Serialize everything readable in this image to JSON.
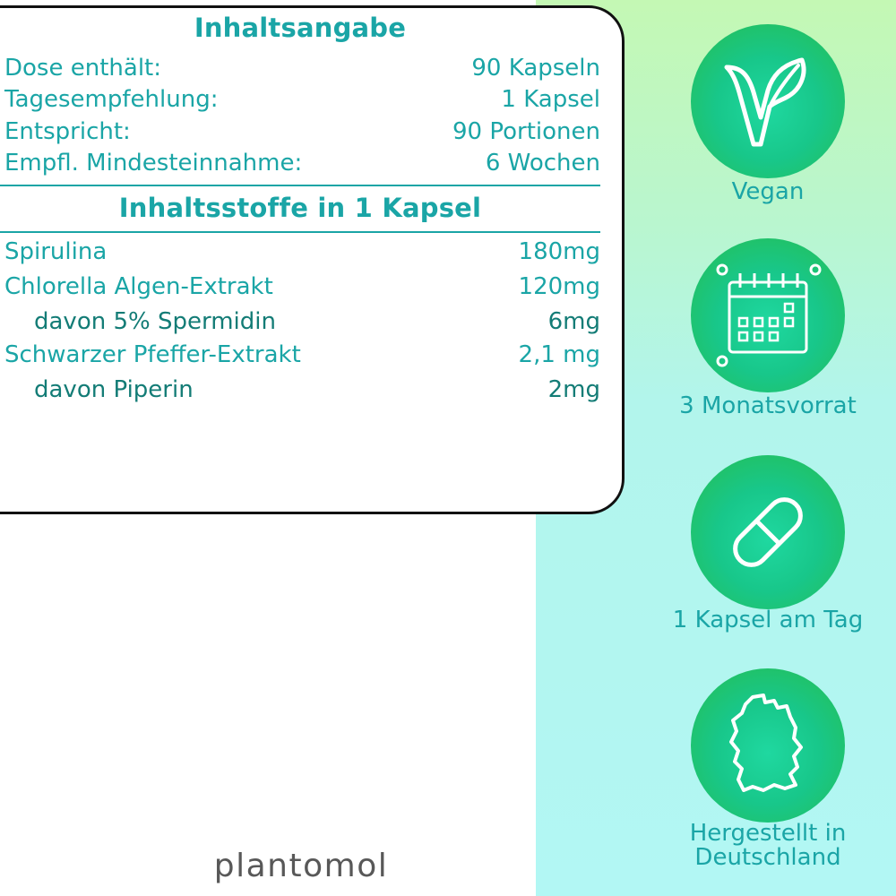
{
  "table": {
    "heading_contents": "Inhaltsangabe",
    "info_rows": [
      {
        "label": "Dose enthält:",
        "value": "90 Kapseln"
      },
      {
        "label": "Tagesempfehlung:",
        "value": "1 Kapsel"
      },
      {
        "label": "Entspricht:",
        "value": "90 Portionen"
      },
      {
        "label": "Empfl. Mindesteinnahme:",
        "value": "6 Wochen"
      }
    ],
    "heading_ingredients": "Inhaltsstoffe in 1 Kapsel",
    "ingredient_rows": [
      {
        "label": "Spirulina",
        "value": "180mg"
      },
      {
        "label": "Chlorella Algen-Extrakt",
        "value": "120mg"
      },
      {
        "label": "davon 5% Spermidin",
        "value": "6mg"
      },
      {
        "label": "Schwarzer Pfeffer-Extrakt",
        "value": "2,1 mg"
      },
      {
        "label": "davon Piperin",
        "value": "2mg"
      }
    ]
  },
  "badges": [
    {
      "icon": "vegan-leaf-icon",
      "label": "Vegan"
    },
    {
      "icon": "calendar-icon",
      "label": "3 Monatsvorrat"
    },
    {
      "icon": "capsule-icon",
      "label": "1 Kapsel am Tag"
    },
    {
      "icon": "germany-map-icon",
      "label_line1": "Hergestellt in",
      "label_line2": "Deutschland"
    }
  ],
  "brand": "plantomol",
  "colors": {
    "teal_text": "#1aa5a6",
    "dark_teal_text": "#137c76",
    "badge_green": "#18c78a",
    "panel_mint": "#b2f5ec",
    "brand_gray": "#585858"
  }
}
